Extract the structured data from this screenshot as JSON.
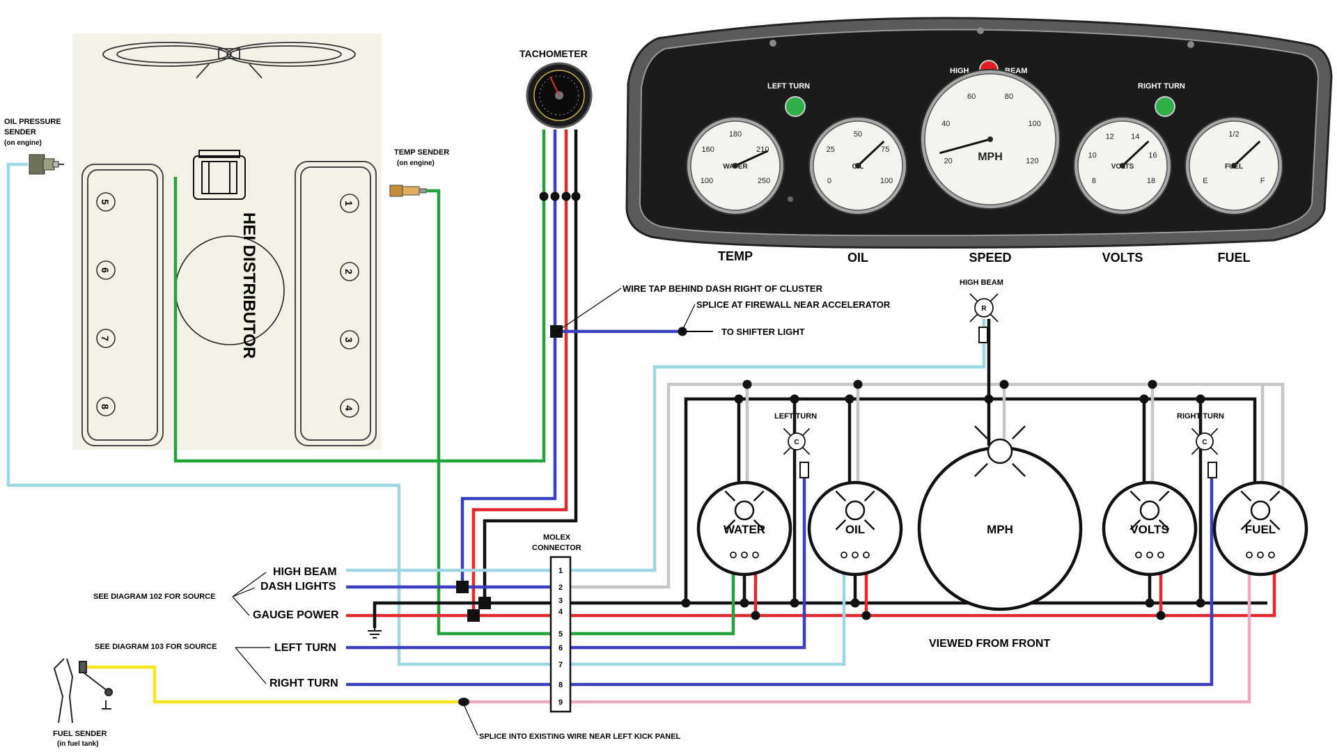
{
  "colors": {
    "black": "#111111",
    "blue": "#3a3fc0",
    "red": "#e0282e",
    "green": "#23a33a",
    "light_blue": "#9fd6e6",
    "gray": "#c6c6c6",
    "yellow": "#f5e51a",
    "pink": "#f0a9c4",
    "indicator_green": "#2fae4a",
    "indicator_red": "#e31c23",
    "dash_bezel": "#2b2b2b"
  },
  "labels": {
    "tachometer": "TACHOMETER",
    "oil_pressure_sender": [
      "OIL PRESSURE",
      "SENDER",
      "(on engine)"
    ],
    "temp_sender": [
      "TEMP SENDER",
      "(on engine)"
    ],
    "hei_distributor": "HEI DISTRIBUTOR",
    "wire_tap": "WIRE TAP BEHIND DASH RIGHT OF CLUSTER",
    "splice_firewall": "SPLICE AT FIREWALL NEAR ACCELERATOR",
    "to_shifter_light": "TO SHIFTER LIGHT",
    "molex_connector": [
      "MOLEX",
      "CONNECTOR"
    ],
    "see_diagram_102": "SEE DIAGRAM 102 FOR SOURCE",
    "see_diagram_103": "SEE DIAGRAM 103 FOR SOURCE",
    "viewed_from_front": "VIEWED FROM FRONT",
    "splice_kick_panel": "SPLICE INTO EXISTING WIRE NEAR LEFT KICK PANEL",
    "fuel_sender": [
      "FUEL SENDER",
      "(in fuel tank)"
    ],
    "high_beam_bulb": "HIGH BEAM",
    "left_turn_bulb": "LEFT TURN",
    "right_turn_bulb": "RIGHT TURN",
    "bulb_r": "R",
    "bulb_c": "C"
  },
  "circuits": [
    "HIGH BEAM",
    "DASH LIGHTS",
    "GAUGE POWER",
    "LEFT TURN",
    "RIGHT TURN"
  ],
  "molex_pins": [
    "1",
    "2",
    "3",
    "4",
    "5",
    "6",
    "7",
    "8",
    "9"
  ],
  "cylinders": {
    "left_bank": [
      "5",
      "6",
      "7",
      "8"
    ],
    "right_bank": [
      "1",
      "2",
      "3",
      "4"
    ]
  },
  "wiring_gauges": [
    "WATER",
    "OIL",
    "MPH",
    "VOLTS",
    "FUEL"
  ],
  "dash": {
    "captions": [
      "TEMP",
      "OIL",
      "SPEED",
      "VOLTS",
      "FUEL"
    ],
    "indicators": {
      "left_turn": "LEFT TURN",
      "high_beam": [
        "HIGH",
        "BEAM"
      ],
      "right_turn": "RIGHT TURN"
    },
    "gauges": {
      "temp": {
        "title": "WATER",
        "scale": [
          "100",
          "160",
          "180",
          "210",
          "250"
        ]
      },
      "oil": {
        "title": "OIL",
        "scale": [
          "0",
          "25",
          "50",
          "75",
          "100"
        ]
      },
      "speed": {
        "title": "MPH",
        "scale": [
          "20",
          "40",
          "60",
          "80",
          "100",
          "120"
        ]
      },
      "volts": {
        "title": "VOLTS",
        "scale": [
          "8",
          "10",
          "12",
          "14",
          "16",
          "18"
        ]
      },
      "fuel": {
        "title": "FUEL",
        "scale": [
          "E",
          "1/2",
          "F"
        ]
      }
    }
  }
}
